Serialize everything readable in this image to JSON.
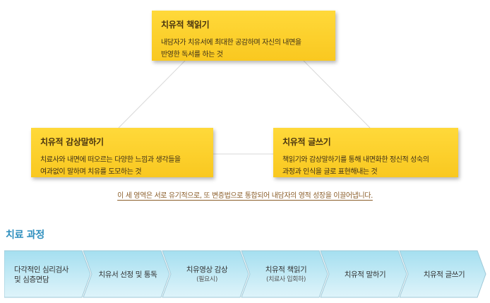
{
  "colors": {
    "box_fill": "#f9c820",
    "note_text": "#8b5e2a",
    "section_title": "#2f8fbe",
    "chevron_top": "#a5dff0",
    "chevron_bottom": "#dff4fa",
    "chevron_border": "#9fc9d8"
  },
  "nodes": {
    "top": {
      "title": "치유적 책읽기",
      "desc": [
        "내담자가 치유서에 최대한 공감하며 자신의 내면을",
        "반영한 독서를 하는 것"
      ]
    },
    "left": {
      "title": "치유적 감상말하기",
      "desc": [
        "치료사와 내면에 떠오르는 다양한 느낌과 생각들을",
        "여과없이 말하며 치유를 도모하는 것"
      ]
    },
    "right": {
      "title": "치유적 글쓰기",
      "desc": [
        "책읽기와 감상말하기를 통해 내면화한 정신적 성숙의",
        "과정과 인식을 글로 표현해내는 것"
      ]
    }
  },
  "note": "이 세 영역은 서로 유기적으로, 또 변증법으로 통합되어 내담자의 영적 성장을 이끌어냅니다.",
  "process": {
    "title": "치료 과정",
    "steps": [
      {
        "lines": [
          "다각적인 심리검사",
          "및 심층면담"
        ],
        "sub": ""
      },
      {
        "lines": [
          "치유서 선정 및 통독"
        ],
        "sub": ""
      },
      {
        "lines": [
          "치유영상 감상"
        ],
        "sub": "(필요시)"
      },
      {
        "lines": [
          "치유적 책읽기"
        ],
        "sub": "(치료사 입회하)"
      },
      {
        "lines": [
          "치유적 말하기"
        ],
        "sub": ""
      },
      {
        "lines": [
          "치유적 글쓰기"
        ],
        "sub": ""
      }
    ]
  }
}
